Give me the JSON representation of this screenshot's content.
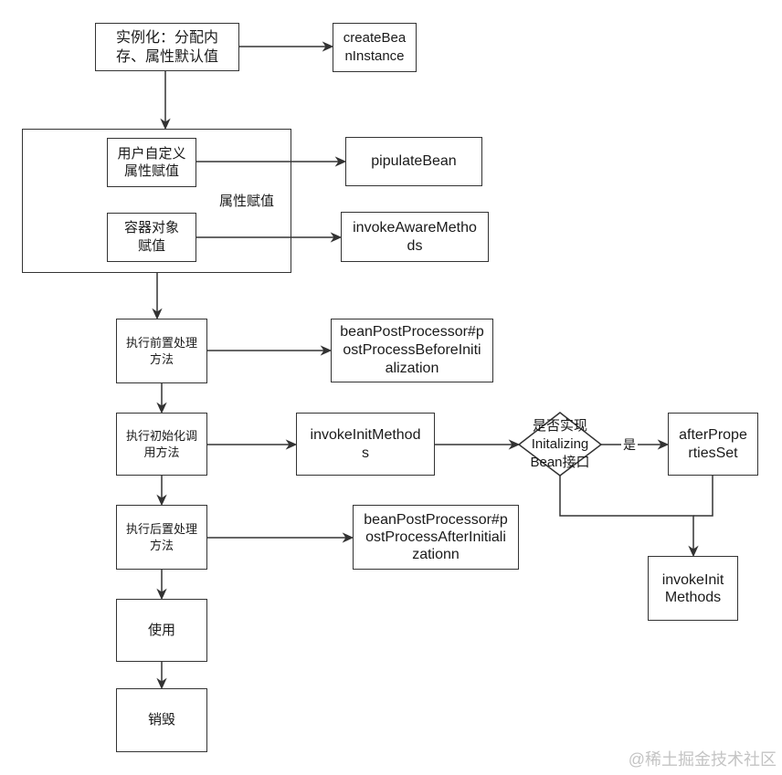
{
  "nodes": {
    "instantiate": {
      "label": "实例化：分配内\n存、属性默认值"
    },
    "create_bean_instance": {
      "label": "createBea\nnInstance"
    },
    "property_assignment_group": {
      "label": "属性赋值"
    },
    "user_defined_properties": {
      "label": "用户自定义\n属性赋值"
    },
    "container_object_assignment": {
      "label": "容器对象\n赋值"
    },
    "populate_bean": {
      "label": "pipulateBean"
    },
    "invoke_aware_methods": {
      "label": "invokeAwareMetho\nds"
    },
    "pre_processing": {
      "label": "执行前置处理\n方法"
    },
    "post_process_before": {
      "label": "beanPostProcessor#p\nostProcessBeforeIniti\nalization"
    },
    "init_call": {
      "label": "执行初始化调\n用方法"
    },
    "invoke_init_methods": {
      "label": "invokeInitMethod\ns"
    },
    "is_initializing_bean": {
      "label": "是否实现\nInitalizing\nBean接口"
    },
    "after_properties_set": {
      "label": "afterPrope\nrtiesSet"
    },
    "invoke_init_methods_2": {
      "label": "invokeInit\nMethods"
    },
    "post_processing": {
      "label": "执行后置处理\n方法"
    },
    "post_process_after": {
      "label": "beanPostProcessor#p\nostProcessAfterInitiali\nzationn"
    },
    "use": {
      "label": "使用"
    },
    "destroy": {
      "label": "销毁"
    }
  },
  "edges": {
    "yes_label": "是"
  },
  "watermark": "@稀土掘金技术社区",
  "colors": {
    "background": "#ffffff",
    "stroke": "#333333",
    "text": "#1a1a1a",
    "watermark": "#c4c4c4"
  }
}
